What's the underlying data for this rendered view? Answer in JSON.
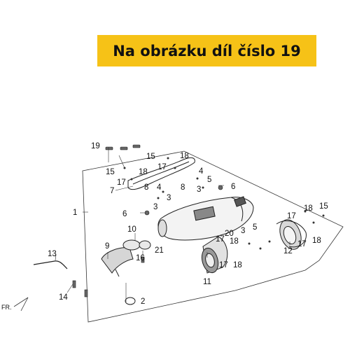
{
  "banner": {
    "text": "Na obrázku díl číslo 19",
    "color": "#f6c217"
  },
  "diagram": {
    "direction_label": "FR.",
    "callouts": [
      "19",
      "15",
      "18",
      "17",
      "4",
      "7",
      "15",
      "18",
      "17",
      "8",
      "4",
      "3",
      "8",
      "5",
      "3",
      "6",
      "1",
      "6",
      "3",
      "10",
      "9",
      "21",
      "13",
      "16",
      "14",
      "2",
      "15",
      "18",
      "17",
      "3",
      "5",
      "20",
      "18",
      "17",
      "17",
      "18",
      "11",
      "12",
      "17",
      "18"
    ]
  }
}
